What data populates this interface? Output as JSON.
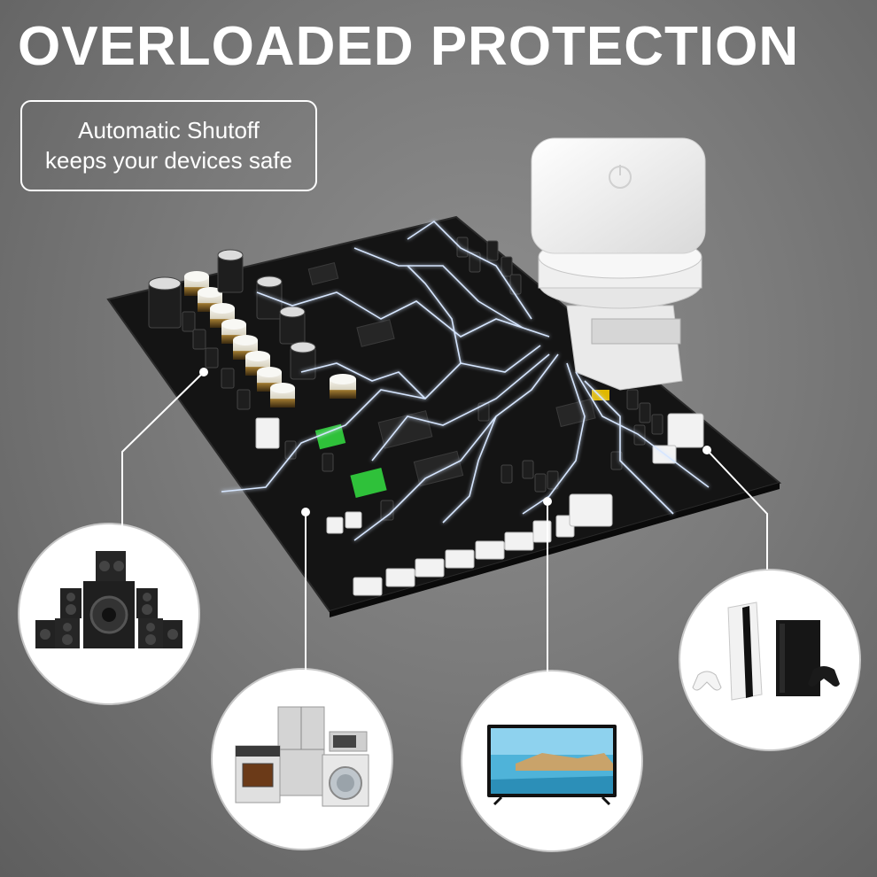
{
  "headline": "OVERLOADED PROTECTION",
  "tagline": {
    "line1": "Automatic Shutoff",
    "line2": "keeps your devices safe"
  },
  "colors": {
    "background": "#7a7a7a",
    "board": "#141414",
    "text": "#ffffff",
    "spark": "#cfe0ff"
  },
  "icons": {
    "plug": "smart-plug-icon",
    "speakers": "speakers-icon",
    "appliances": "home-appliances-icon",
    "tv": "television-icon",
    "consoles": "game-console-icon"
  }
}
